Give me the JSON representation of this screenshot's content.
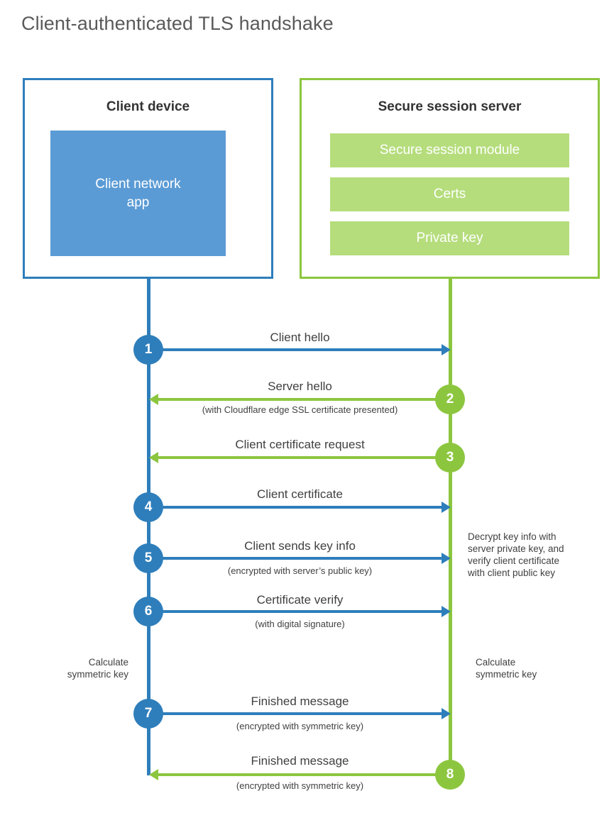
{
  "title": "Client-authenticated TLS handshake",
  "colors": {
    "client_blue": "#2e7ebb",
    "client_app_fill": "#5b9bd5",
    "server_green": "#8cc63f",
    "server_bar_fill": "#b5dd7c",
    "text_dark": "#404040",
    "title_gray": "#5a5a5a"
  },
  "actors": {
    "client": {
      "title": "Client device",
      "app_label": "Client network\napp",
      "app_label_line1": "Client network",
      "app_label_line2": "app"
    },
    "server": {
      "title": "Secure session server",
      "bars": [
        {
          "label": "Secure session module"
        },
        {
          "label": "Certs"
        },
        {
          "label": "Private key"
        }
      ]
    }
  },
  "steps": [
    {
      "number": "1",
      "label": "Client hello",
      "sub": "",
      "direction": "client-to-server",
      "side": "client"
    },
    {
      "number": "2",
      "label": "Server hello",
      "sub": "(with Cloudflare edge SSL certificate presented)",
      "direction": "server-to-client",
      "side": "server"
    },
    {
      "number": "3",
      "label": "Client certificate request",
      "sub": "",
      "direction": "server-to-client",
      "side": "server"
    },
    {
      "number": "4",
      "label": "Client certificate",
      "sub": "",
      "direction": "client-to-server",
      "side": "client"
    },
    {
      "number": "5",
      "label": "Client sends key info",
      "sub": "(encrypted with server’s public key)",
      "direction": "client-to-server",
      "side": "client"
    },
    {
      "number": "6",
      "label": "Certificate verify",
      "sub": "(with digital signature)",
      "direction": "client-to-server",
      "side": "client"
    },
    {
      "number": "7",
      "label": "Finished message",
      "sub": "(encrypted with symmetric key)",
      "direction": "client-to-server",
      "side": "client"
    },
    {
      "number": "8",
      "label": "Finished message",
      "sub": "(encrypted with symmetric key)",
      "direction": "server-to-client",
      "side": "server"
    }
  ],
  "annotations": {
    "server_decrypt": {
      "line1": "Decrypt key info with",
      "line2": "server private key, and",
      "line3": "verify client certificate",
      "line4": "with client public key"
    },
    "client_calculate": {
      "line1": "Calculate",
      "line2": "symmetric key"
    },
    "server_calculate": {
      "line1": "Calculate",
      "line2": "symmetric key"
    }
  }
}
